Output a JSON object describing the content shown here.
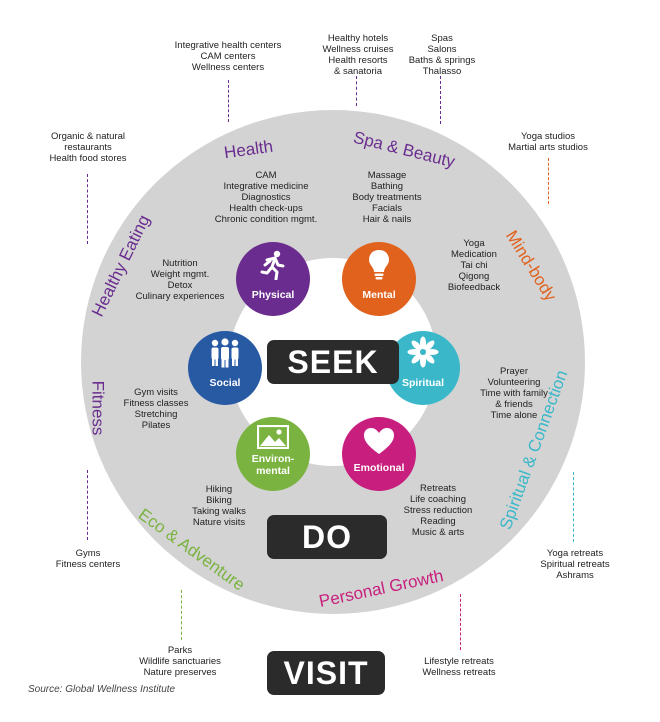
{
  "levels": {
    "seek": "SEEK",
    "do": "DO",
    "visit": "VISIT"
  },
  "core_circles": [
    {
      "label": "Physical",
      "color": "#6a2d8f",
      "icon": "running-person-icon"
    },
    {
      "label": "Mental",
      "color": "#e0621c",
      "icon": "lightbulb-icon"
    },
    {
      "label": "Spiritual",
      "color": "#3ab8c9",
      "icon": "lotus-icon"
    },
    {
      "label": "Emotional",
      "color": "#c81e7e",
      "icon": "heart-icon"
    },
    {
      "label_line1": "Environ-",
      "label_line2": "mental",
      "color": "#7ab340",
      "icon": "landscape-icon"
    },
    {
      "label": "Social",
      "color": "#2859a3",
      "icon": "people-group-icon"
    }
  ],
  "categories": {
    "health": "Health",
    "spa_beauty": "Spa & Beauty",
    "mind_body": "Mind-body",
    "healthy_eating": "Healthy Eating",
    "fitness": "Fitness",
    "spiritual_connection": "Spiritual & Connection",
    "eco_adventure": "Eco & Adventure",
    "personal_growth": "Personal Growth"
  },
  "category_colors": {
    "health": "#6a2d8f",
    "spa_beauty": "#6a2d8f",
    "mind_body": "#e0621c",
    "healthy_eating": "#6a2d8f",
    "fitness": "#6a2d8f",
    "spiritual_connection": "#3ab8c9",
    "eco_adventure": "#7ab340",
    "personal_growth": "#c81e7e"
  },
  "do_lists": {
    "health": [
      "CAM",
      "Integrative medicine",
      "Diagnostics",
      "Health check-ups",
      "Chronic condition mgmt."
    ],
    "spa": [
      "Massage",
      "Bathing",
      "Body treatments",
      "Facials",
      "Hair & nails"
    ],
    "mind_body": [
      "Yoga",
      "Medication",
      "Tai chi",
      "Qigong",
      "Biofeedback"
    ],
    "eating": [
      "Nutrition",
      "Weight mgmt.",
      "Detox",
      "Culinary experiences"
    ],
    "fitness": [
      "Gym visits",
      "Fitness classes",
      "Stretching",
      "Pilates"
    ],
    "spiritual": [
      "Prayer",
      "Volunteering",
      "Time with family",
      "& friends",
      "Time alone"
    ],
    "eco": [
      "Hiking",
      "Biking",
      "Taking walks",
      "Nature visits"
    ],
    "growth": [
      "Retreats",
      "Life coaching",
      "Stress reduction",
      "Reading",
      "Music & arts"
    ]
  },
  "visit_lists": {
    "health": [
      "Integrative health centers",
      "CAM centers",
      "Wellness centers"
    ],
    "hotels": [
      "Healthy hotels",
      "Wellness cruises",
      "Health resorts",
      "& sanatoria"
    ],
    "spas": [
      "Spas",
      "Salons",
      "Baths & springs",
      "Thalasso"
    ],
    "yoga_studios": [
      "Yoga studios",
      "Martial arts studios"
    ],
    "restaurants": [
      "Organic & natural",
      "restaurants",
      "Health food stores"
    ],
    "gyms": [
      "Gyms",
      "Fitness centers"
    ],
    "retreats": [
      "Yoga retreats",
      "Spiritual retreats",
      "Ashrams"
    ],
    "parks": [
      "Parks",
      "Wildlife sanctuaries",
      "Nature preserves"
    ],
    "lifestyle": [
      "Lifestyle retreats",
      "Wellness retreats"
    ]
  },
  "source": "Source: Global Wellness Institute"
}
